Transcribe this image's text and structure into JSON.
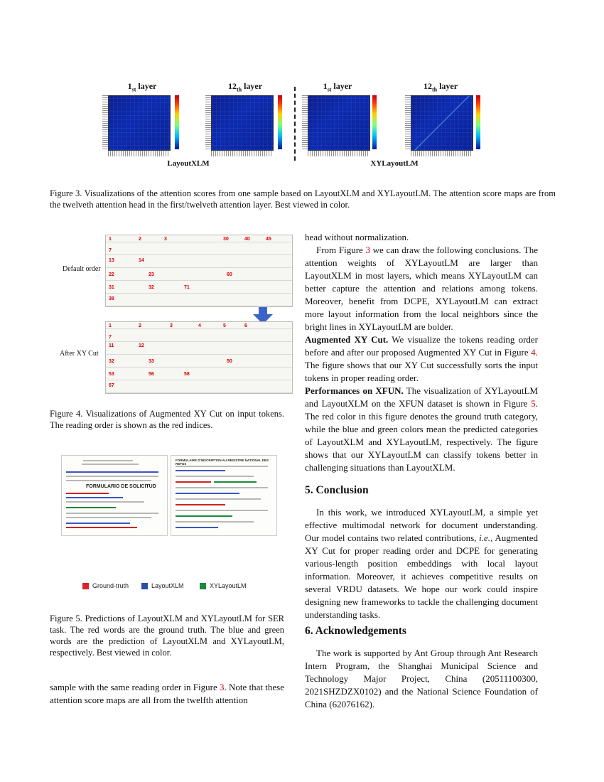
{
  "figure3": {
    "panels": [
      {
        "title_main": "1",
        "title_sup": "st",
        "title_rest": " layer"
      },
      {
        "title_main": "12",
        "title_sup": "th",
        "title_rest": " layer"
      },
      {
        "title_main": "1",
        "title_sup": "st",
        "title_rest": " layer"
      },
      {
        "title_main": "12",
        "title_sup": "th",
        "title_rest": " layer"
      }
    ],
    "group_labels": [
      "LayoutXLM",
      "XYLayoutLM"
    ],
    "caption": "Figure 3.  Visualizations of the attention scores from one sample based on LayoutXLM and XYLayoutLM. The attention score maps are from the twelveth attention head in the first/twelveth attention layer. Best viewed in color."
  },
  "figure4": {
    "label_default": "Default order",
    "label_after": "After XY Cut",
    "caption": "Figure 4.  Visualizations of Augmented XY Cut on input tokens. The reading order is shown as the red indices."
  },
  "figure5": {
    "form_title_left": "FORMULARIO DE SOLICITUD",
    "form_title_right": "FORMULAIRE D'INSCRIPTION AU REGISTRE NATIONAL DES REFUS",
    "legend": [
      {
        "label": "Ground-truth",
        "color": "#d8232a"
      },
      {
        "label": "LayoutXLM",
        "color": "#2b4fa8"
      },
      {
        "label": "XYLayoutLM",
        "color": "#1a8a3a"
      }
    ],
    "caption": "Figure 5.  Predictions of LayoutXLM and XYLayoutLM for SER task.  The red words are the ground truth.  The blue and green words are the prediction of LayoutXLM and XYLayoutLM, respectively. Best viewed in color."
  },
  "left_bottom": {
    "pre": "sample with the same reading order in Figure ",
    "ref": "3",
    "post": ".  Note that these attention score maps are all from the twelfth attention"
  },
  "right_column": {
    "p1": "head without normalization.",
    "p2_pre": "From Figure ",
    "p2_ref": "3",
    "p2_post": " we can draw the following conclusions. The attention weights of XYLayoutLM are larger than LayoutXLM in most layers, which means XYLayoutLM can better capture the attention and relations among tokens. Moreover, benefit from DCPE, XYLayoutLM can extract more layout information from the local neighbors since the bright lines in XYLayoutLM are bolder.",
    "p3_bold": "Augmented XY Cut.",
    "p3_pre": " We visualize the tokens reading order before and after our proposed Augmented XY Cut in Figure ",
    "p3_ref": "4",
    "p3_post": ". The figure shows that our XY Cut successfully sorts the input tokens in proper reading order.",
    "p4_bold": "Performances on XFUN.",
    "p4_pre": " The visualization of XYLayoutLM and LayoutXLM on the XFUN dataset is shown in Figure ",
    "p4_ref": "5",
    "p4_post": ".  The red color in this figure denotes the ground truth category, while the blue and green colors mean the predicted categories of LayoutXLM and XYLayoutLM, respectively.  The figure shows that our XYLayoutLM can classify tokens better in challenging situations than LayoutXLM.",
    "sec5_title": "5. Conclusion",
    "sec5_pre": "In this work, we introduced XYLayoutLM, a simple yet effective multimodal network for document understanding. Our model contains two related contributions, ",
    "sec5_ie": "i.e.",
    "sec5_post": ", Augmented XY Cut for proper reading order and DCPE for generating various-length position embeddings with local layout information. Moreover, it achieves competitive results on several VRDU datasets. We hope our work could inspire designing new frameworks to tackle the challenging document understanding tasks.",
    "sec6_title": "6. Acknowledgements",
    "sec6_text": "The work is supported by Ant Group through Ant Research Intern Program, the Shanghai Municipal Science and Technology Major Project, China (20511100300, 2021SHZDZX0102) and the National Science Foundation of China (62076162)."
  }
}
